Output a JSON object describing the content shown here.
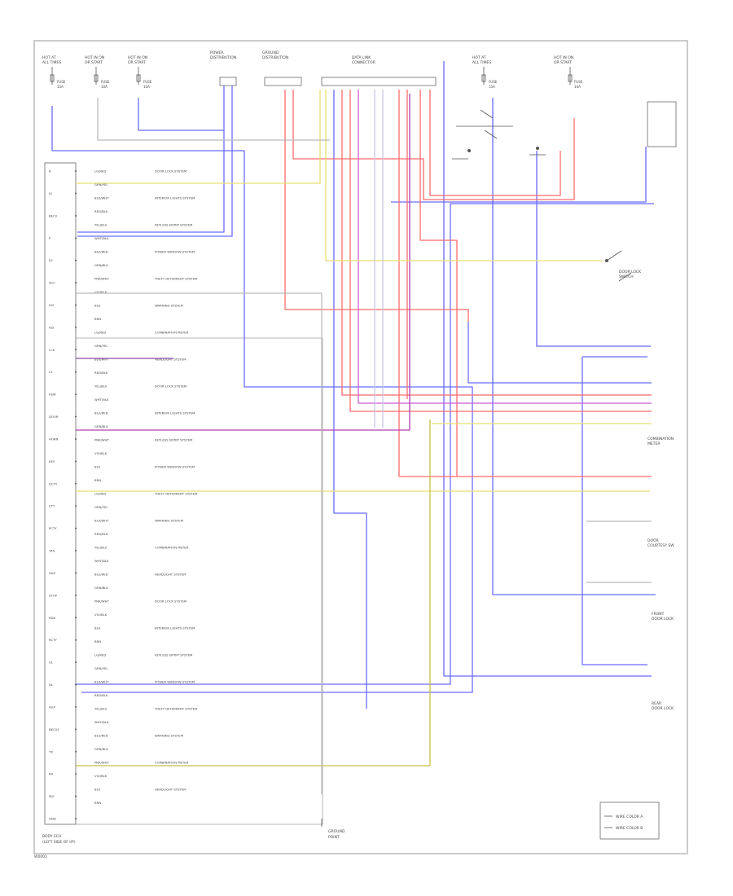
{
  "diagram": {
    "footer_code": "W0001",
    "legend": [
      "WIRE COLOR A",
      "WIRE COLOR B"
    ],
    "top_labels": [
      {
        "id": "hot-at-all-times",
        "lines": [
          "HOT AT",
          "ALL TIMES"
        ]
      },
      {
        "id": "hot-in-on-or-start-1",
        "lines": [
          "HOT IN ON",
          "OR START"
        ]
      },
      {
        "id": "hot-in-on-or-start-2",
        "lines": [
          "HOT IN ON",
          "OR START"
        ]
      },
      {
        "id": "power-distribution",
        "lines": [
          "POWER",
          "DISTRIBUTION"
        ]
      },
      {
        "id": "ground-distribution",
        "lines": [
          "GROUND",
          "DISTRIBUTION"
        ]
      },
      {
        "id": "data-link-connector",
        "lines": [
          "DATA LINK",
          "CONNECTOR"
        ]
      },
      {
        "id": "hot-at-all-times-2",
        "lines": [
          "HOT AT",
          "ALL TIMES"
        ]
      },
      {
        "id": "hot-in-on-or-start-3",
        "lines": [
          "HOT IN ON",
          "OR START"
        ]
      }
    ],
    "fuse_labels": [
      {
        "id": "fuse-1",
        "lines": [
          "FUSE",
          "15A"
        ]
      },
      {
        "id": "fuse-2",
        "lines": [
          "FUSE",
          "10A"
        ]
      },
      {
        "id": "fuse-3",
        "lines": [
          "FUSE",
          "10A"
        ]
      },
      {
        "id": "fuse-4",
        "lines": [
          "FUSE",
          "15A"
        ]
      },
      {
        "id": "fuse-5",
        "lines": [
          "FUSE",
          "10A"
        ]
      }
    ],
    "module": {
      "caption": [
        "BODY ECU",
        "(LEFT SIDE OF I/P)"
      ],
      "pins": [
        "B",
        "IG",
        "BECU",
        "E",
        "E2",
        "ACC",
        "IG2",
        "IGS",
        "LCK",
        "L2",
        "KSW",
        "DOOR",
        "HORN",
        "KEY",
        "DCTY",
        "CTY",
        "PCTY",
        "TAIL",
        "HAZ",
        "STOP",
        "RDA",
        "RCTY",
        "UL",
        "DL",
        "AUX",
        "BECU2",
        "TX",
        "RX",
        "SIG",
        "GND"
      ],
      "wire_labels": [
        "LG/RED",
        "GRN/YEL",
        "BLK/WHT",
        "RED/BLK",
        "YEL/BLU",
        "WHT/BLK",
        "BLU/RED",
        "GRN/BLK",
        "PNK/WHT",
        "VIO/BLK",
        "BLK",
        "BRN"
      ],
      "system_labels": [
        "DOOR LOCK SYSTEM",
        "INTERIOR LIGHTS SYSTEM",
        "KEYLESS ENTRY SYSTEM",
        "POWER WINDOW SYSTEM",
        "THEFT DETERRENT SYSTEM",
        "WARNING SYSTEM",
        "COMBINATION METER",
        "HEADLIGHT SYSTEM"
      ]
    },
    "right_components": [
      {
        "id": "door-lock-switch",
        "lines": [
          "DOOR LOCK",
          "SWITCH"
        ]
      },
      {
        "id": "combination-meter",
        "lines": [
          "COMBINATION",
          "METER"
        ]
      },
      {
        "id": "door-courtesy-sw",
        "lines": [
          "DOOR",
          "COURTESY SW"
        ]
      },
      {
        "id": "front-door-lock",
        "lines": [
          "FRONT",
          "DOOR LOCK"
        ]
      },
      {
        "id": "rear-door-lock",
        "lines": [
          "REAR",
          "DOOR LOCK"
        ]
      }
    ],
    "bottom_label": [
      "GROUND",
      "POINT"
    ]
  }
}
